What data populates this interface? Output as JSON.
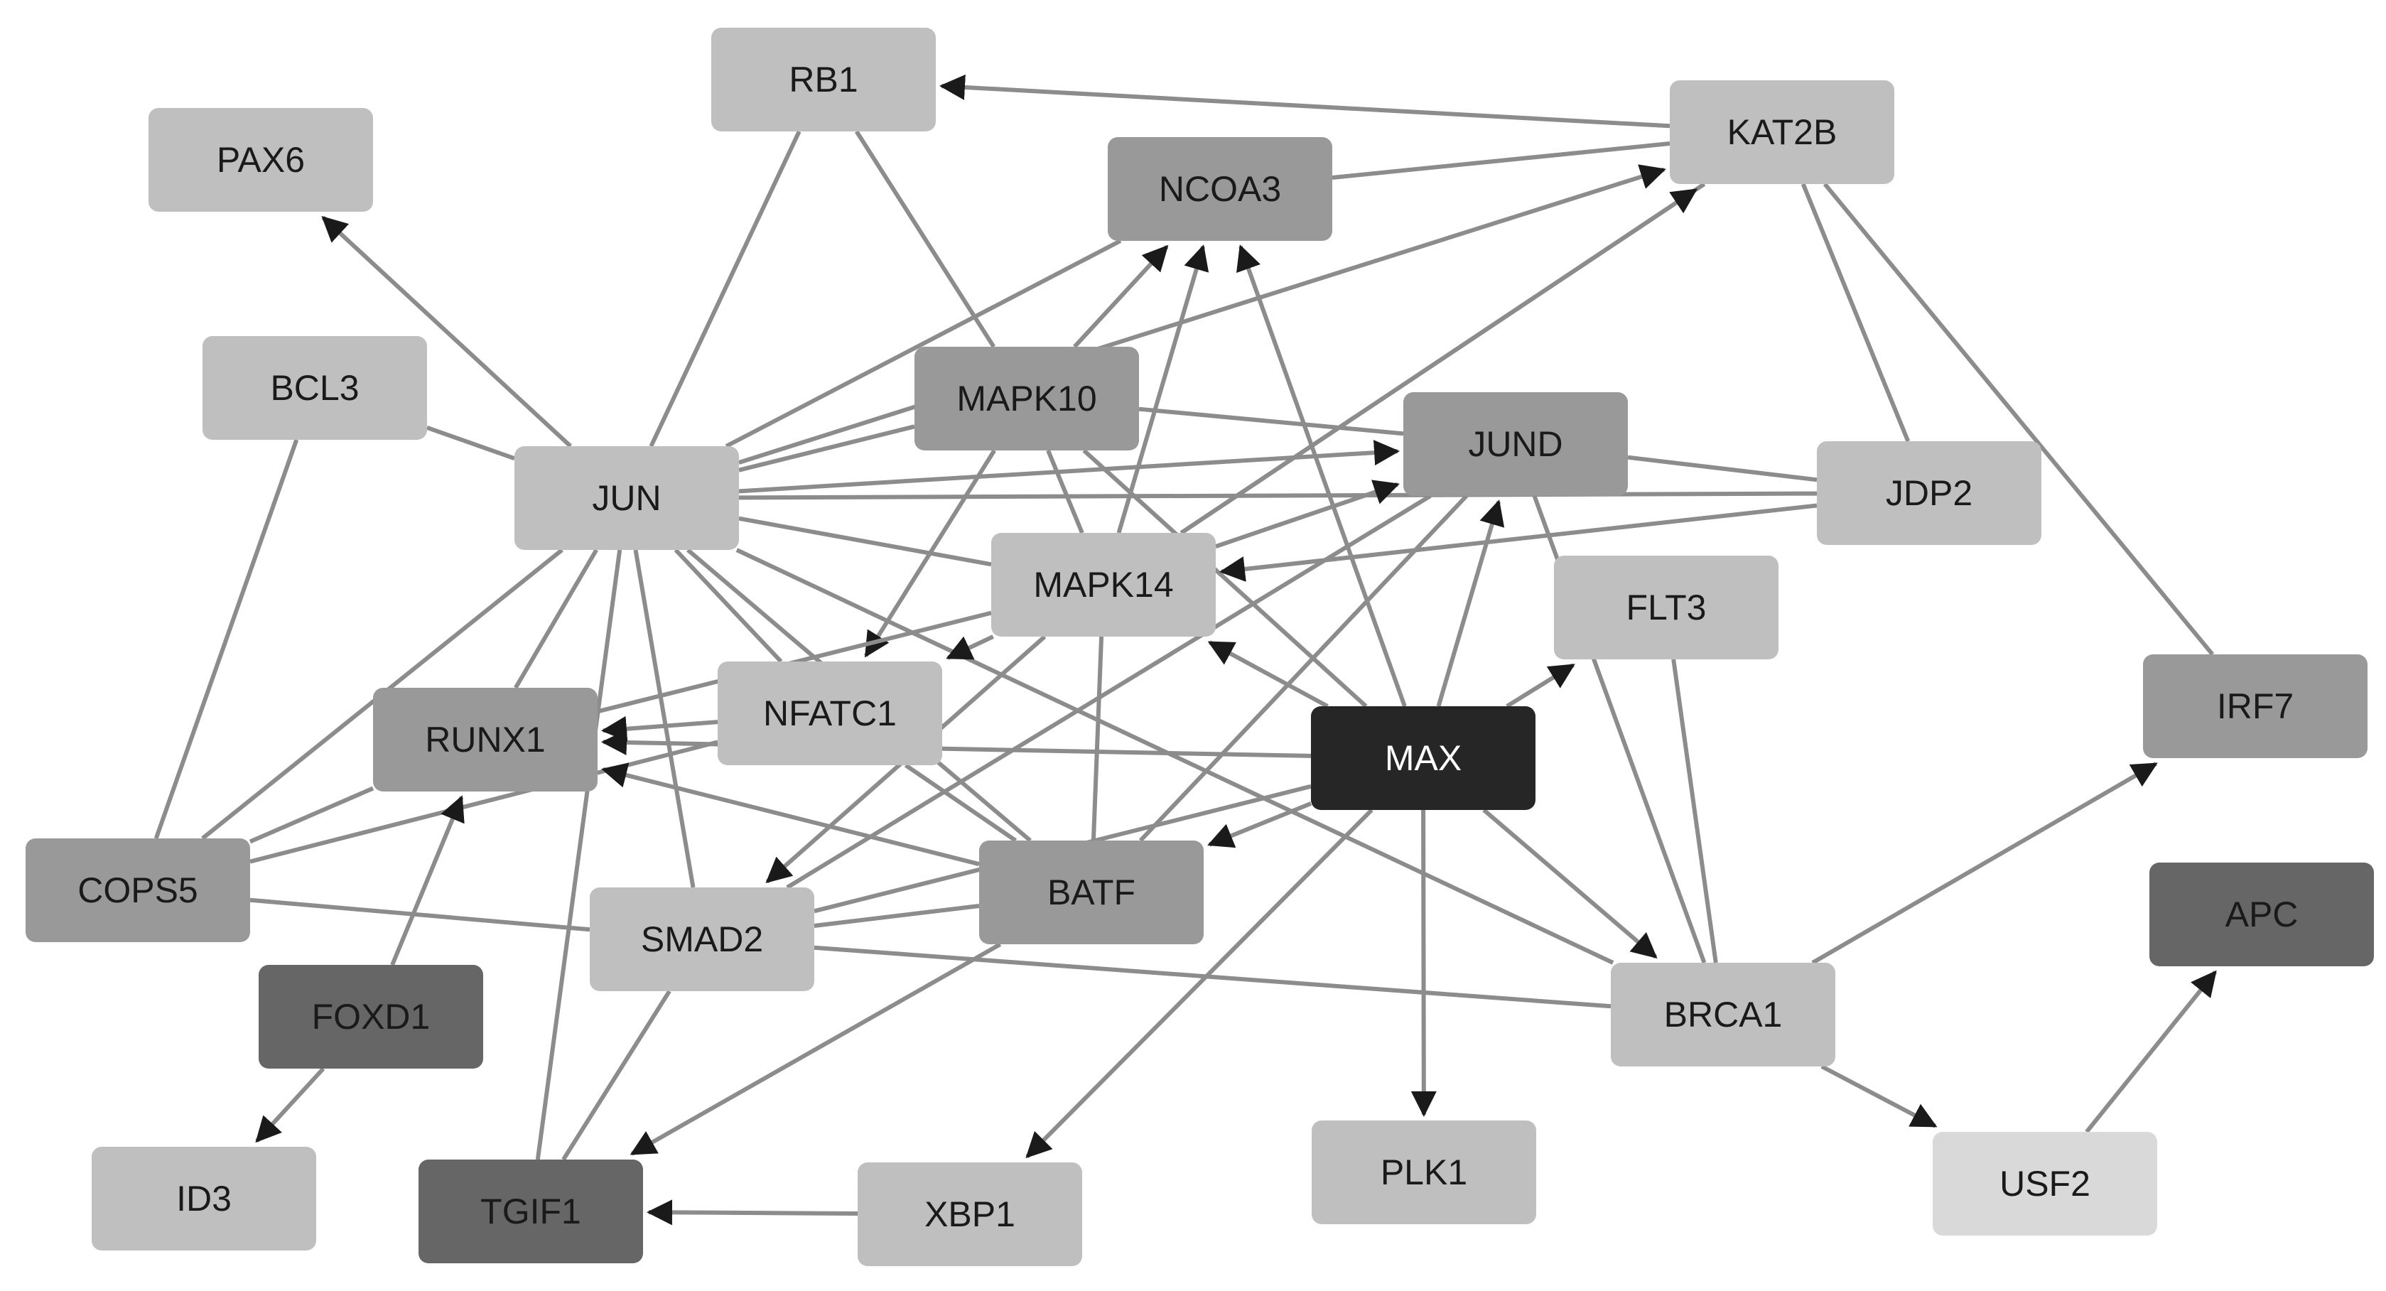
{
  "colors": {
    "edge": "#8c8c8c",
    "text_dark": "#1a1a1a",
    "text_light": "#ffffff"
  },
  "nodes": [
    {
      "id": "RB1",
      "label": "RB1",
      "fill": "#bfbfbf"
    },
    {
      "id": "PAX6",
      "label": "PAX6",
      "fill": "#bfbfbf"
    },
    {
      "id": "NCOA3",
      "label": "NCOA3",
      "fill": "#999999"
    },
    {
      "id": "KAT2B",
      "label": "KAT2B",
      "fill": "#bfbfbf"
    },
    {
      "id": "BCL3",
      "label": "BCL3",
      "fill": "#bfbfbf"
    },
    {
      "id": "MAPK10",
      "label": "MAPK10",
      "fill": "#999999"
    },
    {
      "id": "JUND",
      "label": "JUND",
      "fill": "#999999"
    },
    {
      "id": "JUN",
      "label": "JUN",
      "fill": "#bfbfbf"
    },
    {
      "id": "JDP2",
      "label": "JDP2",
      "fill": "#bfbfbf"
    },
    {
      "id": "MAPK14",
      "label": "MAPK14",
      "fill": "#bfbfbf"
    },
    {
      "id": "FLT3",
      "label": "FLT3",
      "fill": "#bfbfbf"
    },
    {
      "id": "IRF7",
      "label": "IRF7",
      "fill": "#999999"
    },
    {
      "id": "NFATC1",
      "label": "NFATC1",
      "fill": "#bfbfbf"
    },
    {
      "id": "RUNX1",
      "label": "RUNX1",
      "fill": "#999999"
    },
    {
      "id": "MAX",
      "label": "MAX",
      "fill": "#262626",
      "light_text": true
    },
    {
      "id": "COPS5",
      "label": "COPS5",
      "fill": "#999999"
    },
    {
      "id": "BATF",
      "label": "BATF",
      "fill": "#999999"
    },
    {
      "id": "APC",
      "label": "APC",
      "fill": "#666666"
    },
    {
      "id": "SMAD2",
      "label": "SMAD2",
      "fill": "#bfbfbf"
    },
    {
      "id": "FOXD1",
      "label": "FOXD1",
      "fill": "#666666"
    },
    {
      "id": "BRCA1",
      "label": "BRCA1",
      "fill": "#bfbfbf"
    },
    {
      "id": "ID3",
      "label": "ID3",
      "fill": "#bfbfbf"
    },
    {
      "id": "TGIF1",
      "label": "TGIF1",
      "fill": "#666666"
    },
    {
      "id": "XBP1",
      "label": "XBP1",
      "fill": "#bfbfbf"
    },
    {
      "id": "PLK1",
      "label": "PLK1",
      "fill": "#bfbfbf"
    },
    {
      "id": "USF2",
      "label": "USF2",
      "fill": "#d9d9d9"
    }
  ],
  "edges": [
    {
      "from": "KAT2B",
      "to": "RB1",
      "arrow": true
    },
    {
      "from": "KAT2B",
      "to": "NCOA3",
      "arrow": false
    },
    {
      "from": "KAT2B",
      "to": "JDP2",
      "arrow": false
    },
    {
      "from": "KAT2B",
      "to": "IRF7",
      "arrow": false
    },
    {
      "from": "KAT2B",
      "to": "MAPK14",
      "arrow": false
    },
    {
      "from": "JUN",
      "to": "PAX6",
      "arrow": true
    },
    {
      "from": "JUN",
      "to": "RB1",
      "arrow": false
    },
    {
      "from": "JUN",
      "to": "BCL3",
      "arrow": false
    },
    {
      "from": "JUN",
      "to": "NCOA3",
      "arrow": false
    },
    {
      "from": "JUN",
      "to": "MAPK10",
      "arrow": false
    },
    {
      "from": "JUN",
      "to": "JUND",
      "arrow": true
    },
    {
      "from": "JUN",
      "to": "JDP2",
      "arrow": false
    },
    {
      "from": "JUN",
      "to": "MAPK14",
      "arrow": false
    },
    {
      "from": "JUN",
      "to": "NFATC1",
      "arrow": false
    },
    {
      "from": "JUN",
      "to": "RUNX1",
      "arrow": false
    },
    {
      "from": "JUN",
      "to": "COPS5",
      "arrow": false
    },
    {
      "from": "JUN",
      "to": "SMAD2",
      "arrow": false
    },
    {
      "from": "JUN",
      "to": "TGIF1",
      "arrow": false
    },
    {
      "from": "JUN",
      "to": "BATF",
      "arrow": false
    },
    {
      "from": "JUN",
      "to": "BRCA1",
      "arrow": false
    },
    {
      "from": "JUN",
      "to": "KAT2B",
      "arrow": true
    },
    {
      "from": "RB1",
      "to": "MAPK10",
      "arrow": false
    },
    {
      "from": "MAPK10",
      "to": "NCOA3",
      "arrow": true
    },
    {
      "from": "MAPK10",
      "to": "JUND",
      "arrow": false
    },
    {
      "from": "MAPK10",
      "to": "NFATC1",
      "arrow": true
    },
    {
      "from": "MAPK10",
      "to": "MAPK14",
      "arrow": false
    },
    {
      "from": "MAPK10",
      "to": "MAX",
      "arrow": false
    },
    {
      "from": "MAPK14",
      "to": "NCOA3",
      "arrow": true
    },
    {
      "from": "MAPK14",
      "to": "JUND",
      "arrow": true
    },
    {
      "from": "MAPK14",
      "to": "KAT2B",
      "arrow": true
    },
    {
      "from": "MAPK14",
      "to": "NFATC1",
      "arrow": true
    },
    {
      "from": "MAPK14",
      "to": "SMAD2",
      "arrow": true
    },
    {
      "from": "MAPK14",
      "to": "BATF",
      "arrow": false
    },
    {
      "from": "MAPK14",
      "to": "RUNX1",
      "arrow": false
    },
    {
      "from": "JDP2",
      "to": "MAPK14",
      "arrow": true
    },
    {
      "from": "JDP2",
      "to": "JUND",
      "arrow": false
    },
    {
      "from": "JUND",
      "to": "SMAD2",
      "arrow": false
    },
    {
      "from": "JUND",
      "to": "BRCA1",
      "arrow": false
    },
    {
      "from": "JUND",
      "to": "BATF",
      "arrow": false
    },
    {
      "from": "MAX",
      "to": "MAPK14",
      "arrow": true
    },
    {
      "from": "MAX",
      "to": "JUND",
      "arrow": true
    },
    {
      "from": "MAX",
      "to": "FLT3",
      "arrow": true
    },
    {
      "from": "MAX",
      "to": "RUNX1",
      "arrow": true
    },
    {
      "from": "MAX",
      "to": "BATF",
      "arrow": true
    },
    {
      "from": "MAX",
      "to": "XBP1",
      "arrow": true
    },
    {
      "from": "MAX",
      "to": "PLK1",
      "arrow": true
    },
    {
      "from": "MAX",
      "to": "BRCA1",
      "arrow": true
    },
    {
      "from": "MAX",
      "to": "NCOA3",
      "arrow": true
    },
    {
      "from": "MAX",
      "to": "SMAD2",
      "arrow": false
    },
    {
      "from": "NFATC1",
      "to": "RUNX1",
      "arrow": true
    },
    {
      "from": "NFATC1",
      "to": "COPS5",
      "arrow": false
    },
    {
      "from": "NFATC1",
      "to": "BATF",
      "arrow": false
    },
    {
      "from": "BATF",
      "to": "RUNX1",
      "arrow": true
    },
    {
      "from": "BATF",
      "to": "SMAD2",
      "arrow": false
    },
    {
      "from": "BATF",
      "to": "TGIF1",
      "arrow": true
    },
    {
      "from": "BCL3",
      "to": "COPS5",
      "arrow": false
    },
    {
      "from": "COPS5",
      "to": "SMAD2",
      "arrow": false
    },
    {
      "from": "COPS5",
      "to": "RUNX1",
      "arrow": false
    },
    {
      "from": "SMAD2",
      "to": "BRCA1",
      "arrow": false
    },
    {
      "from": "SMAD2",
      "to": "TGIF1",
      "arrow": false
    },
    {
      "from": "FLT3",
      "to": "BRCA1",
      "arrow": false
    },
    {
      "from": "FOXD1",
      "to": "RUNX1",
      "arrow": true
    },
    {
      "from": "FOXD1",
      "to": "ID3",
      "arrow": true
    },
    {
      "from": "XBP1",
      "to": "TGIF1",
      "arrow": true
    },
    {
      "from": "BRCA1",
      "to": "IRF7",
      "arrow": true
    },
    {
      "from": "BRCA1",
      "to": "USF2",
      "arrow": true
    },
    {
      "from": "USF2",
      "to": "APC",
      "arrow": true
    }
  ]
}
